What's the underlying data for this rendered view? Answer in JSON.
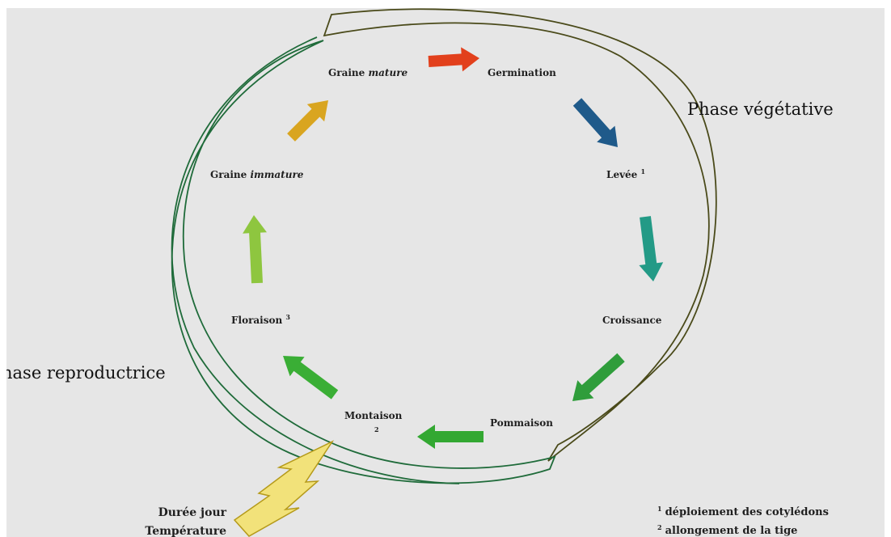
{
  "stages": {
    "graine_mature": {
      "word": "Graine",
      "qualifier": "mature",
      "mark": ""
    },
    "germination": {
      "word": "Germination",
      "mark": ""
    },
    "levee": {
      "word": "Levée",
      "mark": "1"
    },
    "croissance": {
      "word": "Croissance",
      "mark": ""
    },
    "pommaison": {
      "word": "Pommaison",
      "mark": ""
    },
    "montaison": {
      "word": "Montaison",
      "mark": "2"
    },
    "floraison": {
      "word": "Floraison",
      "mark": "3"
    },
    "graine_immature": {
      "word": "Graine",
      "qualifier": "immature",
      "mark": ""
    }
  },
  "phases": {
    "vegetative": "Phase végétative",
    "reproductive": "hase reproductrice"
  },
  "environment": {
    "line1": "Durée jour",
    "line2": "Température"
  },
  "footnotes": {
    "n1_mark": "1",
    "n1_text": "déploiement des cotylédons",
    "n2_mark": "2",
    "n2_text": "allongement de la tige"
  },
  "colors": {
    "background": "#e6e6e6",
    "cycle_outline_vegetative": "#4a4a1a",
    "cycle_outline_reproductive": "#1f6b3a",
    "arrow_graine_to_germination": "#e2401c",
    "arrow_germination_to_levee": "#1f5a8a",
    "arrow_levee_to_croissance": "#239a86",
    "arrow_croissance_to_pommaison": "#2f9d3b",
    "arrow_pommaison_to_montaison": "#33a832",
    "arrow_montaison_to_floraison": "#3aae35",
    "arrow_floraison_to_immature": "#8ec63f",
    "arrow_immature_to_mature": "#d9a520",
    "lightning_fill": "#f2e27a",
    "lightning_stroke": "#b59a1a"
  },
  "icons": {
    "environment_trigger": "lightning-bolt-icon"
  }
}
